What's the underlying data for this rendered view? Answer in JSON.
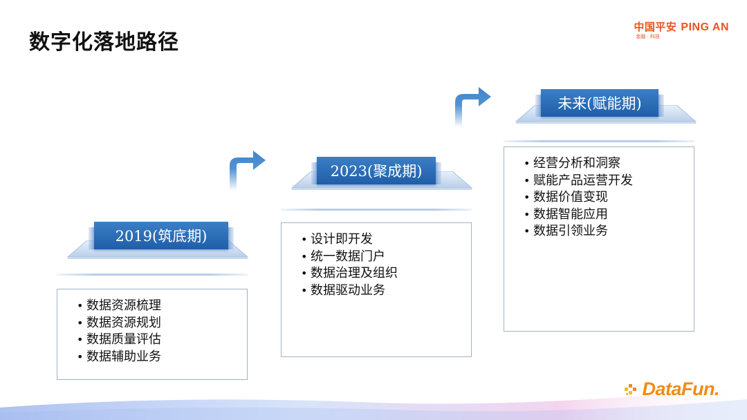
{
  "page": {
    "title": "数字化落地路径"
  },
  "logo": {
    "cn": "中国平安",
    "en": "PING AN",
    "sub": "金融 · 科技",
    "color": "#e8541e"
  },
  "stages": [
    {
      "label": "2019(筑底期)",
      "items": [
        "数据资源梳理",
        "数据资源规划",
        "数据质量评估",
        "数据辅助业务"
      ]
    },
    {
      "label": "2023(聚成期)",
      "items": [
        "设计即开发",
        "统一数据门户",
        "数据治理及组织",
        "数据驱动业务"
      ]
    },
    {
      "label": "未来(赋能期)",
      "items": [
        "经营分析和洞察",
        "赋能产品运营开发",
        "数据价值变现",
        "数据智能应用",
        "数据引领业务"
      ]
    }
  ],
  "colors": {
    "tab": "#2b6cb5",
    "arrow": "#3f86cc",
    "box_border": "#9fb2c8"
  },
  "footer": {
    "brand": "DataFun."
  }
}
